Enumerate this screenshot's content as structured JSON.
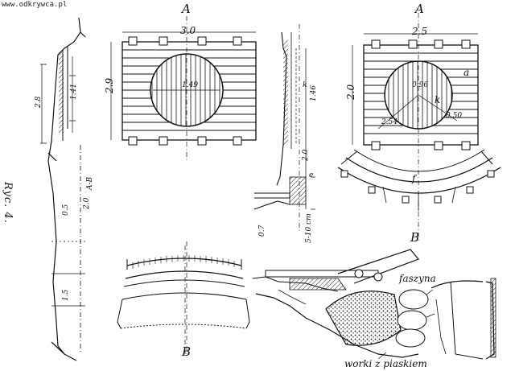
{
  "watermark": "www.odkrywca.pl",
  "figure_caption": "Ryc. 4.",
  "labels": {
    "section_ab": "A-B",
    "dim_left_28": "2.8",
    "dim_left_141": "1.41",
    "dim_left_20": "2.0",
    "dim_left_05": "0.5",
    "dim_left_15": "1.5",
    "dim_top_30": "3.0",
    "dim_side_29": "2.9",
    "dim_diam_149": "1.49",
    "label_A1": "A",
    "label_B1": "B",
    "label_A2": "A",
    "label_B2": "B",
    "dim_top_25": "2.5",
    "dim_side_20": "2.0",
    "label_a": "a",
    "label_k": "k",
    "dim_096": "0.96",
    "dim_254": "2.54",
    "dim_050": "0.50",
    "label_f": "f",
    "dim_mid_146": "1.46",
    "dim_mid_k": "k",
    "dim_mid_20": "2.0",
    "dim_mid_e": "e",
    "dim_mid_5cm": "5-10 cm",
    "dim_mid_07": "0.7",
    "label_faszyna": "faszyna",
    "label_worki": "worki z piaskiem"
  }
}
